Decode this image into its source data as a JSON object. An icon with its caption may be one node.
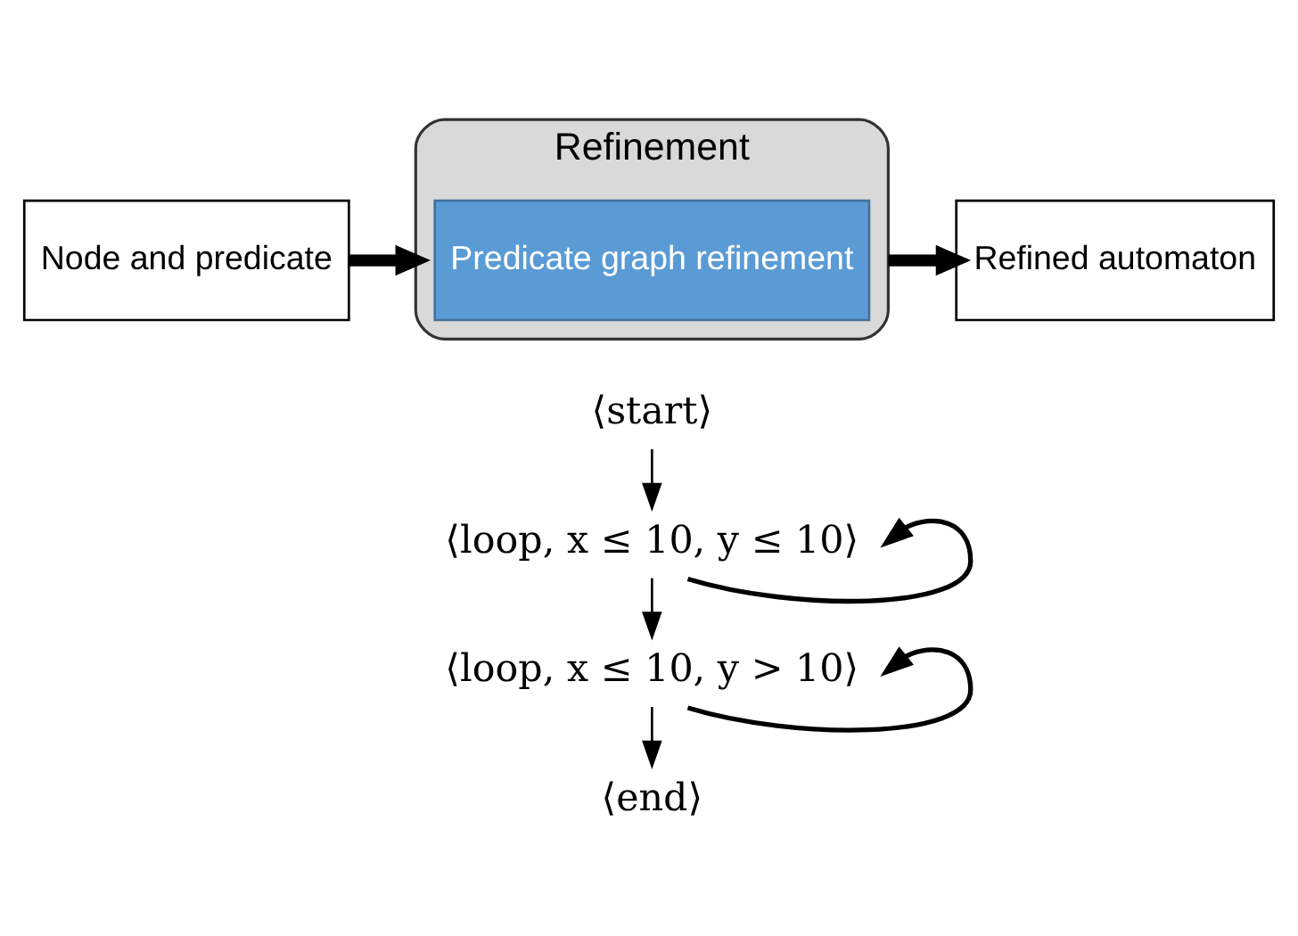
{
  "diagram": {
    "nodes": [
      {
        "text": [
          "Node and predicate"
        ]
      },
      {
        "text": [
          "Refinement"
        ]
      },
      {
        "text": [
          "Predicate graph refinement"
        ],
        "in": 1
      },
      {
        "text": [
          "Refined automaton"
        ]
      },
      {
        "text": [
          "⟨start⟩"
        ]
      },
      {
        "text": [
          "⟨loop, x ≤ 10, y ≤ 10⟩"
        ]
      },
      {
        "text": [
          "⟨loop, x ≤ 10, y > 10⟩"
        ]
      },
      {
        "text": [
          "⟨end⟩"
        ]
      }
    ],
    "edges": [
      {
        "from": 0,
        "to": 1,
        "arrow": "to",
        "style": "thick"
      },
      {
        "from": 1,
        "to": 3,
        "arrow": "to",
        "style": "thick"
      },
      {
        "from": 4,
        "to": 5,
        "arrow": "to"
      },
      {
        "from": 5,
        "to": 5,
        "arrow": "to"
      },
      {
        "from": 5,
        "to": 6,
        "arrow": "to"
      },
      {
        "from": 6,
        "to": 6,
        "arrow": "to"
      },
      {
        "from": 6,
        "to": 7,
        "arrow": "to"
      }
    ]
  }
}
